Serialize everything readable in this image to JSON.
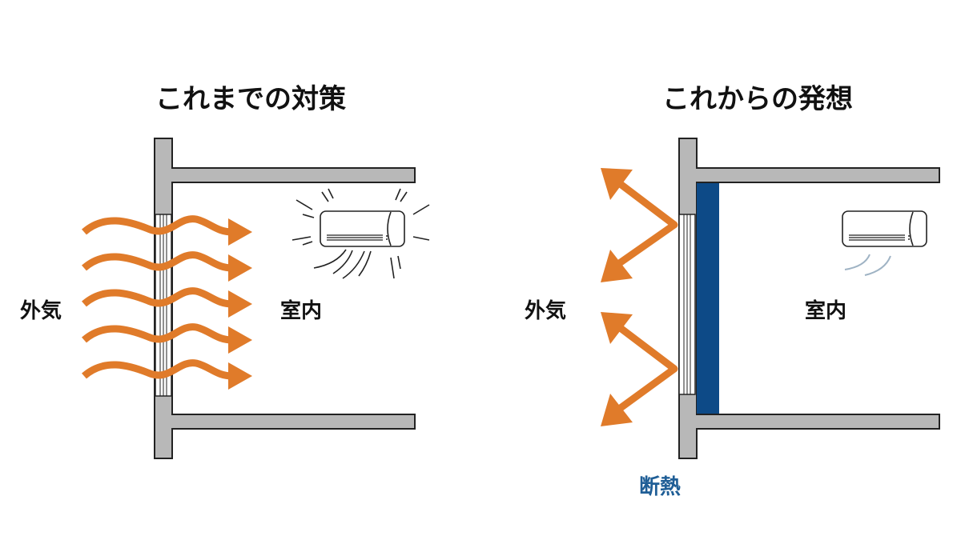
{
  "left_panel": {
    "title": "これまでの対策",
    "outside_label": "外気",
    "inside_label": "室内"
  },
  "right_panel": {
    "title": "これからの発想",
    "outside_label": "外気",
    "inside_label": "室内",
    "insulation_label": "断熱"
  },
  "colors": {
    "arrow": "#e07b2a",
    "wall": "#b8b8b8",
    "insulation": "#0d4a87",
    "insulation_label": "#1f5e96",
    "airflow": "#9fb3c4"
  }
}
